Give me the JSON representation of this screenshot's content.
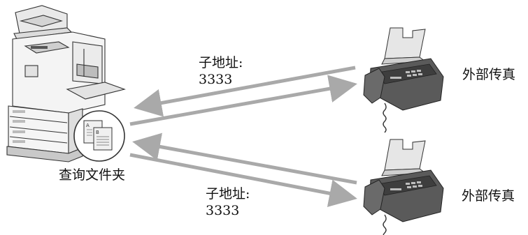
{
  "diagram": {
    "local_device_label": "查询文件夹",
    "connections": [
      {
        "subaddress_label": "子地址:",
        "subaddress_value": "3333",
        "remote_label": "外部传真"
      },
      {
        "subaddress_label": "子地址:",
        "subaddress_value": "3333",
        "remote_label": "外部传真"
      }
    ],
    "folder_icon_letters": [
      "A",
      "B"
    ]
  },
  "colors": {
    "arrow": "#a9a9a9",
    "device_body": "#f2f2f2",
    "device_outline": "#333333",
    "fax_body": "#5a5a5a"
  }
}
